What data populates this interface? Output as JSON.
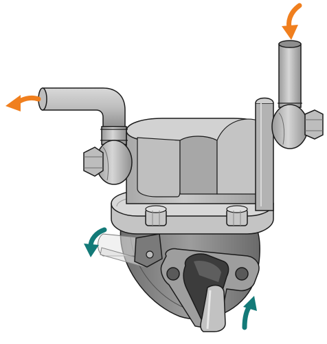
{
  "diagram": {
    "subject": "mechanical-fuel-pump",
    "colors": {
      "background": "#ffffff",
      "metal_light": "#cfcfcf",
      "metal_mid": "#b8b8b8",
      "metal_dark": "#8c8c8c",
      "metal_shadow": "#5a5a5a",
      "outline": "#1a1a1a",
      "inlet_arrow": "#f07f1e",
      "outlet_arrow": "#f07f1e",
      "lever_arrow": "#137a78"
    },
    "flows": [
      {
        "name": "fuel-inlet",
        "color": "orange"
      },
      {
        "name": "fuel-outlet",
        "color": "orange"
      },
      {
        "name": "lever-stroke-down",
        "color": "teal"
      },
      {
        "name": "lever-stroke-up",
        "color": "teal"
      }
    ]
  }
}
